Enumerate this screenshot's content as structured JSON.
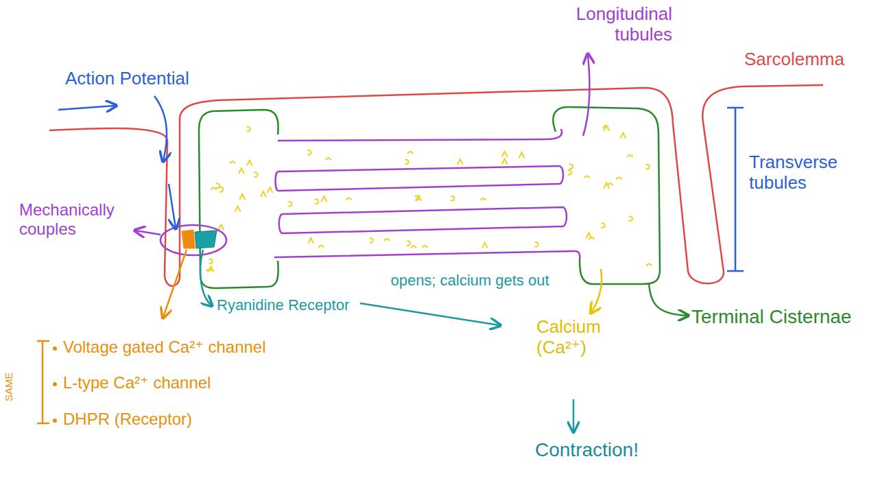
{
  "diagram": {
    "labels": [
      "Action Potential",
      "Longitudinal tubules",
      "Sarcolemma",
      "Transverse tubules",
      "Mechanically couples",
      "Ryanidine Receptor",
      "opens; calcium gets out",
      "Calcium (Ca²⁺)",
      "Terminal Cisternae",
      "Voltage gated Ca²⁺ channel",
      "L-type Ca²⁺ channel",
      "DHPR (Receptor)",
      "SAME",
      "Contraction!"
    ]
  }
}
